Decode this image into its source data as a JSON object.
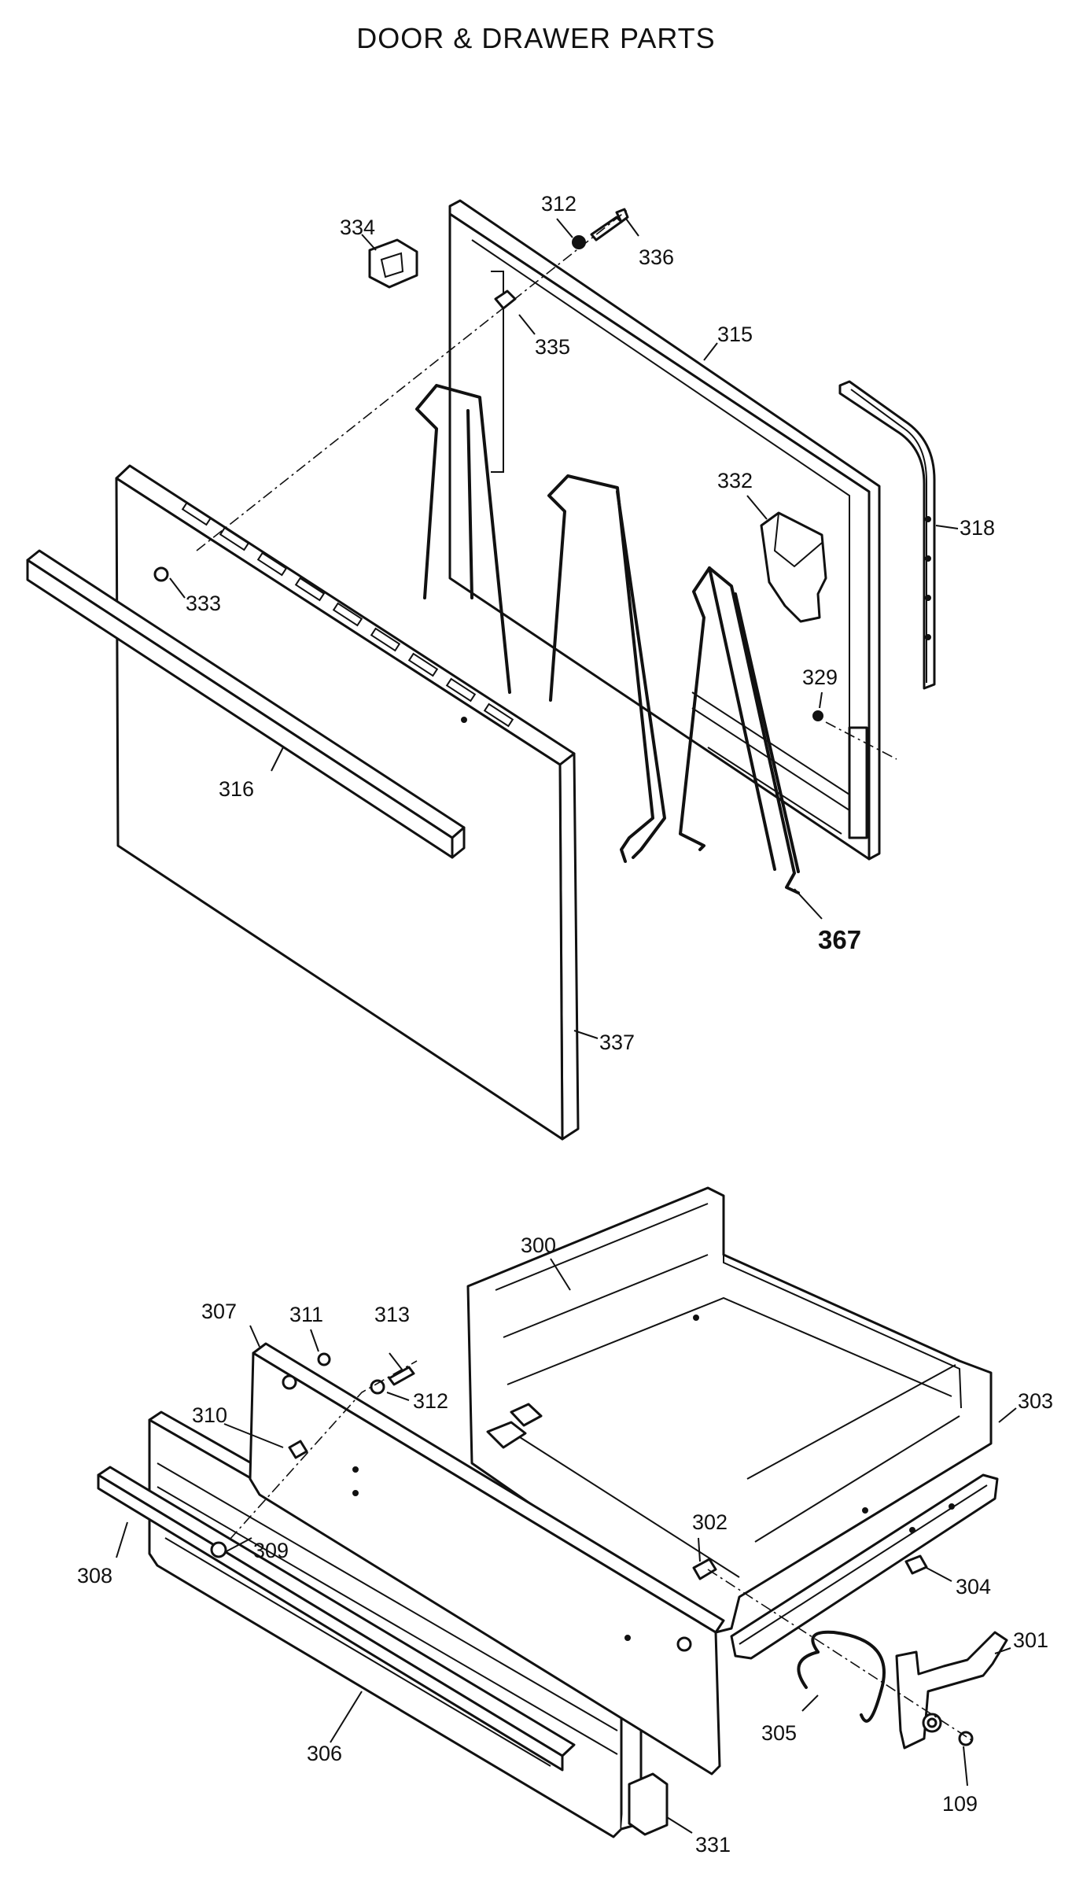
{
  "title": "DOOR & DRAWER PARTS",
  "door_labels": {
    "p334": "334",
    "p312a": "312",
    "p336": "336",
    "p335": "335",
    "p315": "315",
    "p318": "318",
    "p332": "332",
    "p333": "333",
    "p329": "329",
    "p316": "316",
    "p367": "367",
    "p337": "337"
  },
  "drawer_labels": {
    "p300": "300",
    "p307": "307",
    "p311": "311",
    "p313": "313",
    "p312b": "312",
    "p310": "310",
    "p303": "303",
    "p302": "302",
    "p309": "309",
    "p308": "308",
    "p304": "304",
    "p301": "301",
    "p305": "305",
    "p306": "306",
    "p109": "109",
    "p331": "331"
  }
}
